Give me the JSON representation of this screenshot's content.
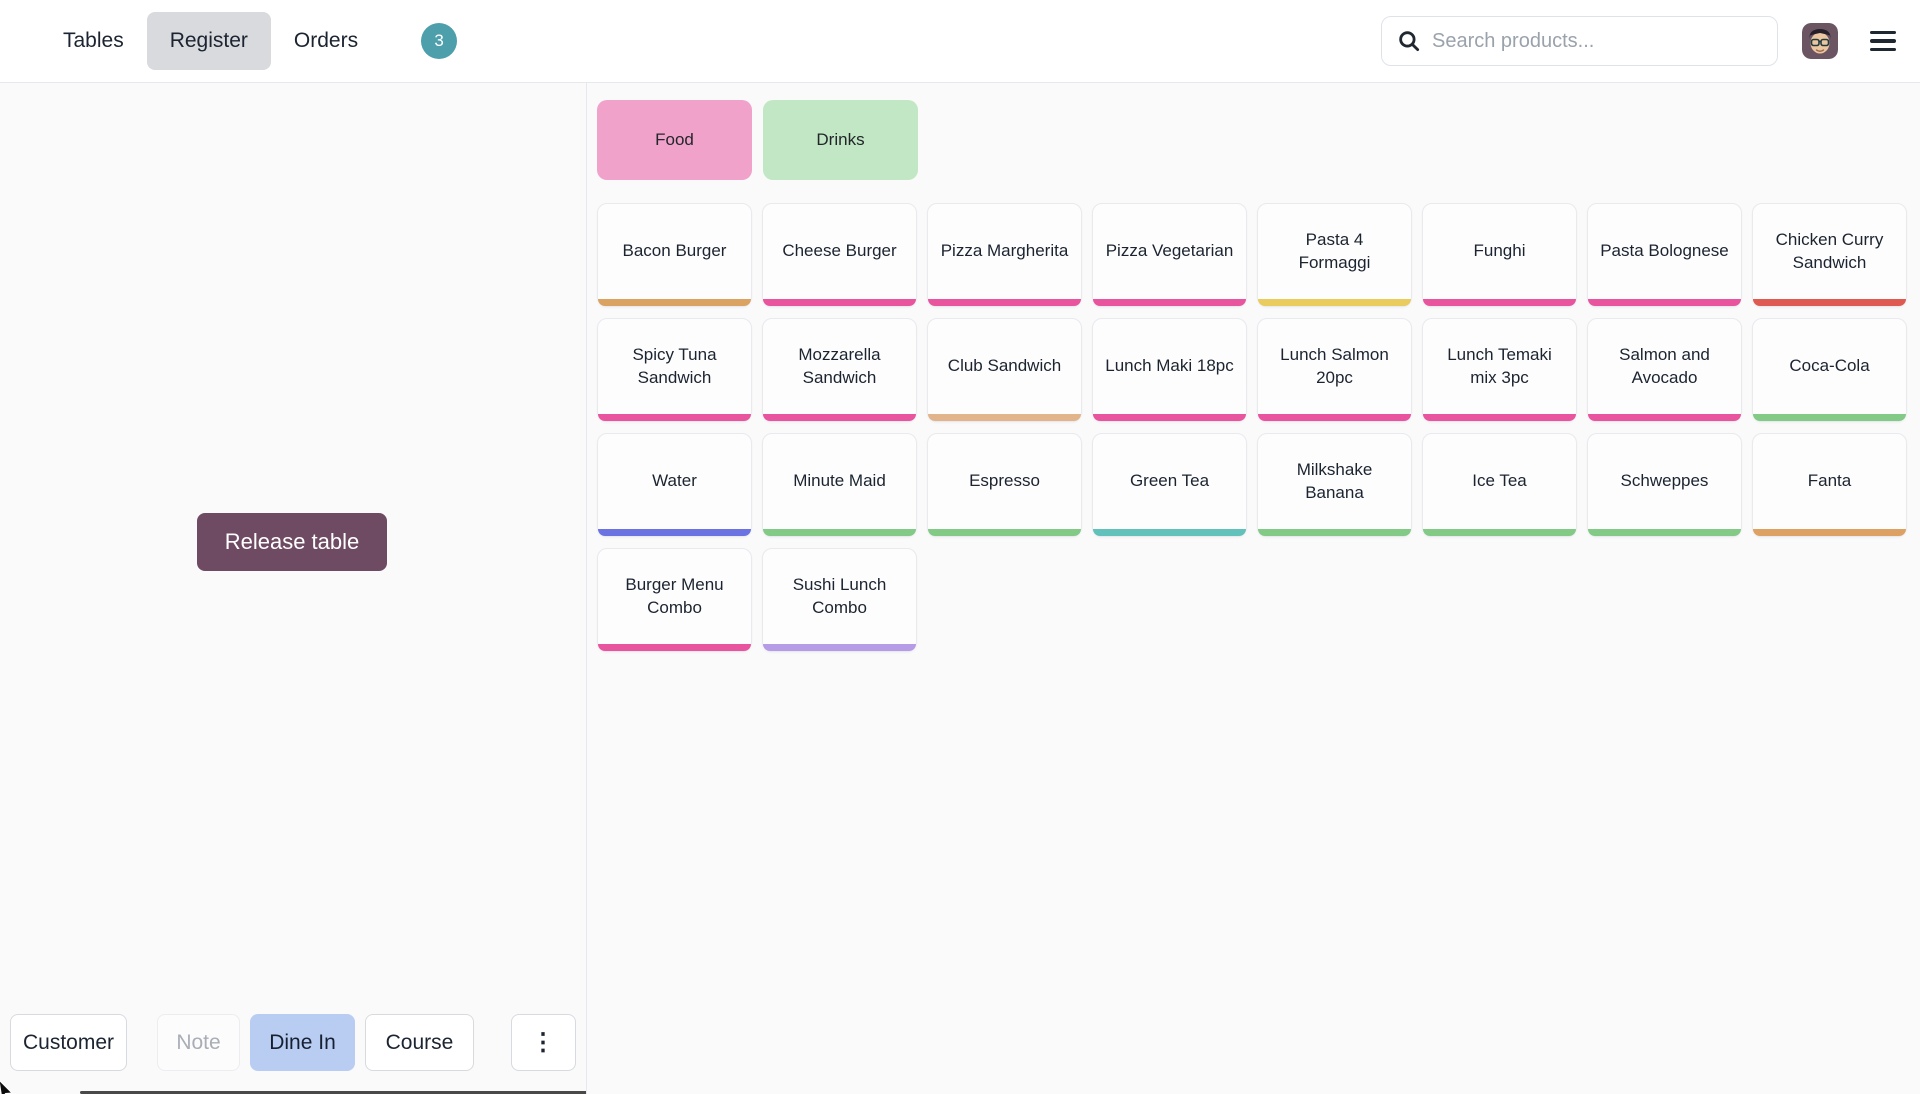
{
  "topbar": {
    "tabs": [
      {
        "label": "Tables",
        "active": false
      },
      {
        "label": "Register",
        "active": true
      },
      {
        "label": "Orders",
        "active": false
      }
    ],
    "orders_badge": "3",
    "search": {
      "placeholder": "Search products..."
    }
  },
  "left_panel": {
    "release_table_label": "Release table",
    "actions": {
      "customer": "Customer",
      "note": "Note",
      "dine_in": "Dine In",
      "course": "Course",
      "more": "⋮"
    }
  },
  "products": {
    "categories": [
      {
        "label": "Food",
        "color": "#f0a2cb"
      },
      {
        "label": "Drinks",
        "color": "#c2e7c4"
      }
    ],
    "items": [
      {
        "name": "Bacon Burger",
        "color": "#dba362"
      },
      {
        "name": "Cheese Burger",
        "color": "#e8559e"
      },
      {
        "name": "Pizza Margherita",
        "color": "#e8559e"
      },
      {
        "name": "Pizza Vegetarian",
        "color": "#e8559e"
      },
      {
        "name": "Pasta 4 Formaggi",
        "color": "#e9cb5e"
      },
      {
        "name": "Funghi",
        "color": "#e8559e"
      },
      {
        "name": "Pasta Bolognese",
        "color": "#e8559e"
      },
      {
        "name": "Chicken Curry Sandwich",
        "color": "#df5a50"
      },
      {
        "name": "Spicy Tuna Sandwich",
        "color": "#e8559e"
      },
      {
        "name": "Mozzarella Sandwich",
        "color": "#e8559e"
      },
      {
        "name": "Club Sandwich",
        "color": "#e2b48c"
      },
      {
        "name": "Lunch Maki 18pc",
        "color": "#e8559e"
      },
      {
        "name": "Lunch Salmon 20pc",
        "color": "#e8559e"
      },
      {
        "name": "Lunch Temaki mix 3pc",
        "color": "#e8559e"
      },
      {
        "name": "Salmon and Avocado",
        "color": "#e8559e"
      },
      {
        "name": "Coca-Cola",
        "color": "#82ca86"
      },
      {
        "name": "Water",
        "color": "#6b72e1"
      },
      {
        "name": "Minute Maid",
        "color": "#82ca86"
      },
      {
        "name": "Espresso",
        "color": "#82ca86"
      },
      {
        "name": "Green Tea",
        "color": "#62c1ba"
      },
      {
        "name": "Milkshake Banana",
        "color": "#82ca86"
      },
      {
        "name": "Ice Tea",
        "color": "#82ca86"
      },
      {
        "name": "Schweppes",
        "color": "#82ca86"
      },
      {
        "name": "Fanta",
        "color": "#dda164"
      },
      {
        "name": "Burger Menu Combo",
        "color": "#e8559e"
      },
      {
        "name": "Sushi Lunch Combo",
        "color": "#b69ce6"
      }
    ]
  },
  "colors": {
    "orders_badge_bg": "#4d9fab",
    "release_button_bg": "#6e4b62",
    "dine_in_bg": "#b8cdf1"
  }
}
